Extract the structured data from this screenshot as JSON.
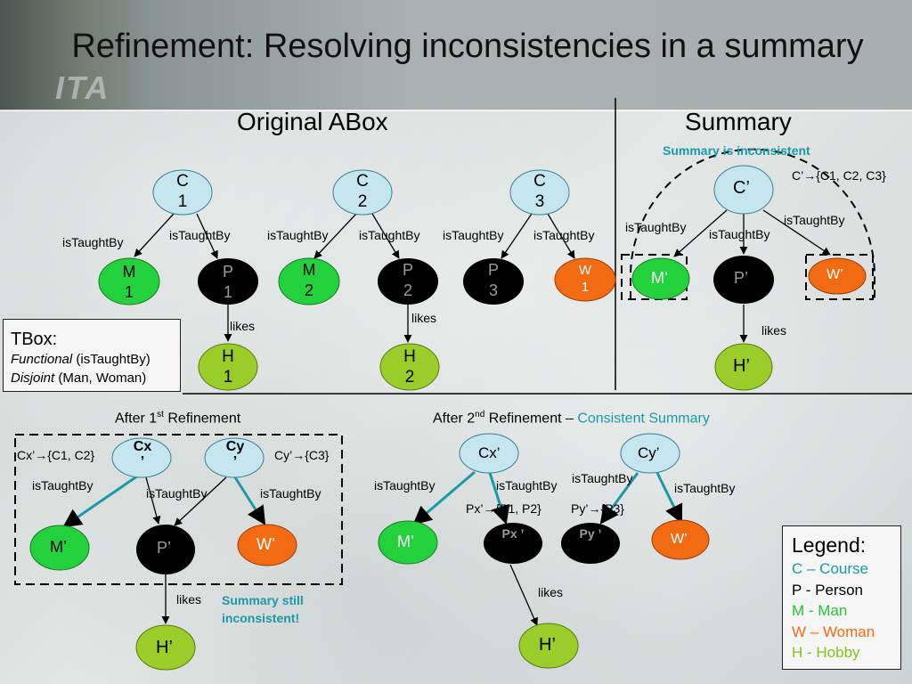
{
  "slide": {
    "title": "Refinement: Resolving inconsistencies in a summary",
    "logo_text": "ITA"
  },
  "top_left": {
    "heading": "Original ABox",
    "nodes": {
      "c1": "C 1",
      "c2": "C 2",
      "c3": "C 3",
      "m1": "M 1",
      "p1": "P 1",
      "m2": "M 2",
      "p2": "P 2",
      "p3": "P 3",
      "w1": "W 1",
      "h1": "H 1",
      "h2": "H 2"
    },
    "edge_labels": {
      "c1_m1": "isTaughtBy",
      "c1_p1": "isTaughtBy",
      "c2_m2": "isTaughtBy",
      "c2_p2": "isTaughtBy",
      "c3_p3": "isTaughtBy",
      "c3_w1": "isTaughtBy",
      "p1_h1": "likes",
      "p2_h2": "likes"
    }
  },
  "tbox": {
    "title": "TBox:",
    "line1_italic": "Functional",
    "line1_rest": " (isTaughtBy)",
    "line2_italic": "Disjoint",
    "line2_rest": " (Man, Woman)"
  },
  "top_right": {
    "heading": "Summary",
    "status": "Summary is inconsistent",
    "mapping": "C’→{C1, C2, C3}",
    "nodes": {
      "c": "C’",
      "m": "M’",
      "p": "P’",
      "w": "W’",
      "h": "H’"
    },
    "edge_labels": {
      "c_m": "isTaughtBy",
      "c_p": "isTaughtBy",
      "c_w": "isTaughtBy",
      "p_h": "likes"
    }
  },
  "bottom_left": {
    "heading_pre": "After 1",
    "heading_sup": "st",
    "heading_post": " Refinement",
    "map_cx": "Cx’→{C1, C2}",
    "map_cy": "Cy’→{C3}",
    "nodes": {
      "cx": "Cx ’",
      "cy": "Cy ’",
      "m": "M’",
      "p": "P’",
      "w": "W’",
      "h": "H’"
    },
    "edge_labels": {
      "cx_m": "isTaughtBy",
      "cy_p": "isTaughtBy",
      "cy_w": "isTaughtBy",
      "p_h": "likes"
    },
    "status": "Summary still inconsistent!"
  },
  "bottom_right": {
    "heading_pre": "After 2",
    "heading_sup": "nd",
    "heading_post": " Refinement – ",
    "heading_status": "Consistent Summary",
    "map_px": "Px’→{P1, P2}",
    "map_py": "Py’→{P3}",
    "nodes": {
      "cx": "Cx’",
      "cy": "Cy’",
      "m": "M’",
      "px": "Px ’",
      "py": "Py ’",
      "w": "W’",
      "h": "H’"
    },
    "edge_labels": {
      "cx_m": "isTaughtBy",
      "cx_px": "isTaughtBy",
      "cy_py": "isTaughtBy",
      "cy_w": "isTaughtBy",
      "px_h": "likes"
    }
  },
  "legend": {
    "title": "Legend:",
    "items": [
      "C – Course",
      "P - Person",
      "M - Man",
      "W – Woman",
      "H - Hobby"
    ]
  },
  "colors": {
    "course": "#c5e6ee",
    "person": "#000000",
    "man": "#22d13c",
    "woman": "#f26a12",
    "hobby": "#9acd2a",
    "teal": "#1a9aa8",
    "edge": "#000000"
  }
}
